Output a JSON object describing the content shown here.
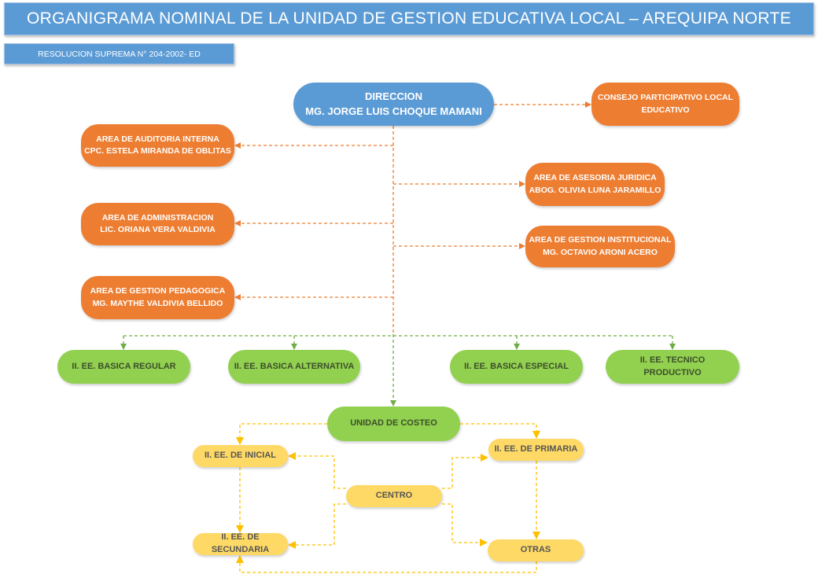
{
  "header": {
    "title": "ORGANIGRAMA NOMINAL DE LA UNIDAD DE GESTION EDUCATIVA LOCAL – AREQUIPA NORTE",
    "resolution": "RESOLUCION SUPREMA N° 204-2002- ED"
  },
  "direccion": {
    "line1": "DIRECCION",
    "line2": "MG. JORGE LUIS CHOQUE MAMANI"
  },
  "consejo": {
    "line1": "CONSEJO PARTICIPATIVO LOCAL",
    "line2": "EDUCATIVO"
  },
  "auditoria": {
    "line1": "AREA DE AUDITORIA INTERNA",
    "line2": "CPC. ESTELA MIRANDA DE OBLITAS"
  },
  "asesoria": {
    "line1": "AREA DE ASESORIA JURIDICA",
    "line2": "ABOG. OLIVIA LUNA JARAMILLO"
  },
  "administracion": {
    "line1": "AREA DE ADMINISTRACION",
    "line2": "LIC. ORIANA VERA VALDIVIA"
  },
  "gestion_inst": {
    "line1": "AREA DE GESTION INSTITUCIONAL",
    "line2": "MG. OCTAVIO ARONI ACERO"
  },
  "pedagogica": {
    "line1": "AREA DE GESTION PEDAGOGICA",
    "line2": "MG. MAYTHE VALDIVIA BELLIDO"
  },
  "ee": {
    "regular": "II. EE. BASICA REGULAR",
    "alternativa": "II. EE. BASICA ALTERNATIVA",
    "especial": "II. EE. BASICA ESPECIAL",
    "tecnico1": "II. EE. TECNICO",
    "tecnico2": "PRODUCTIVO"
  },
  "costeo": {
    "unidad": "UNIDAD DE COSTEO",
    "inicial": "II. EE. DE INICIAL",
    "primaria": "II. EE. DE PRIMARIA",
    "centro": "CENTRO",
    "secundaria": "II. EE. DE SECUNDARIA",
    "otras": "OTRAS"
  },
  "colors": {
    "blue": "#5b9bd5",
    "orange": "#ed7d31",
    "green": "#92d050",
    "yellow": "#ffd966"
  }
}
